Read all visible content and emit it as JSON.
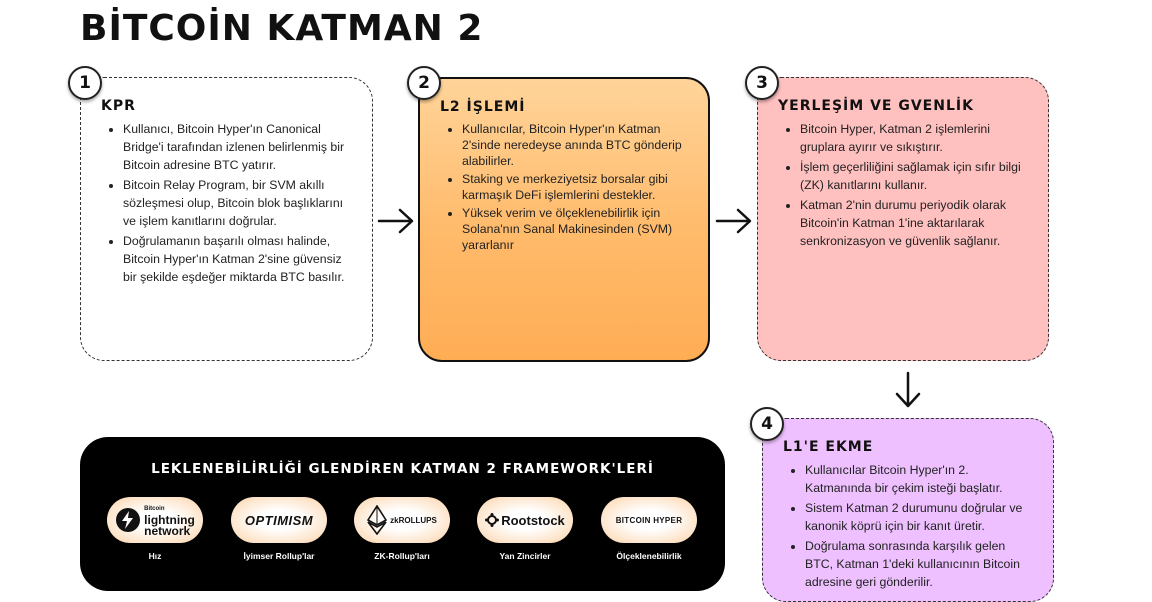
{
  "title": "BİTCOİN KATMAN 2",
  "steps": [
    {
      "number": "1",
      "title": "KPR",
      "bullets": [
        "Kullanıcı, Bitcoin Hyper'ın Canonical Bridge'i tarafından izlenen belirlenmiş bir Bitcoin adresine BTC yatırır.",
        "Bitcoin Relay Program, bir SVM akıllı sözleşmesi olup, Bitcoin blok başlıklarını ve işlem kanıtlarını doğrular.",
        "Doğrulamanın başarılı olması halinde, Bitcoin Hyper'ın Katman 2'sine güvensiz bir şekilde eşdeğer miktarda BTC basılır."
      ]
    },
    {
      "number": "2",
      "title": "L2 İŞLEMİ",
      "bullets": [
        "Kullanıcılar, Bitcoin Hyper'ın Katman 2'sinde neredeyse anında BTC gönderip alabilirler.",
        "Staking ve merkeziyetsiz borsalar gibi karmaşık DeFi işlemlerini destekler.",
        "Yüksek verim ve ölçeklenebilirlik için Solana'nın Sanal Makinesinden (SVM) yararlanır"
      ]
    },
    {
      "number": "3",
      "title": "YERLEŞİM VE GVENLİK",
      "bullets": [
        "Bitcoin Hyper, Katman 2 işlemlerini gruplara ayırır ve sıkıştırır.",
        "İşlem geçerliliğini sağlamak için sıfır bilgi (ZK) kanıtlarını kullanır.",
        "Katman 2'nin durumu periyodik olarak Bitcoin'in Katman 1'ine aktarılarak senkronizasyon ve güvenlik sağlanır."
      ]
    },
    {
      "number": "4",
      "title": "L1'E EKME",
      "bullets": [
        "Kullanıcılar Bitcoin Hyper'ın 2. Katmanında bir çekim isteği başlatır.",
        "Sistem Katman 2 durumunu doğrular ve kanonik köprü için bir kanıt üretir.",
        "Doğrulama sonrasında karşılık gelen BTC, Katman 1'deki kullanıcının Bitcoin adresine geri gönderilir."
      ]
    }
  ],
  "frameworks": {
    "title": "LEKLENEBİLİRLİĞİ GLENDİREN KATMAN 2 FRAMEWORK'LERİ",
    "items": [
      {
        "logo_lines": [
          "lightning",
          "network"
        ],
        "logo_small": "Bitcoin",
        "icon": "lightning-bolt-icon",
        "caption": "Hız"
      },
      {
        "logo_lines": [
          "OPTIMISM"
        ],
        "caption": "İyimser Rollup'lar"
      },
      {
        "logo_lines": [
          "zkROLLUPS"
        ],
        "icon": "ethereum-diamond-icon",
        "caption": "ZK-Rollup'ları"
      },
      {
        "logo_lines": [
          "Rootstock"
        ],
        "icon": "rootstock-gear-icon",
        "caption": "Yan Zincirler"
      },
      {
        "logo_lines": [
          "BITCOIN HYPER"
        ],
        "caption": "Ölçeklenebilirlik"
      }
    ]
  }
}
